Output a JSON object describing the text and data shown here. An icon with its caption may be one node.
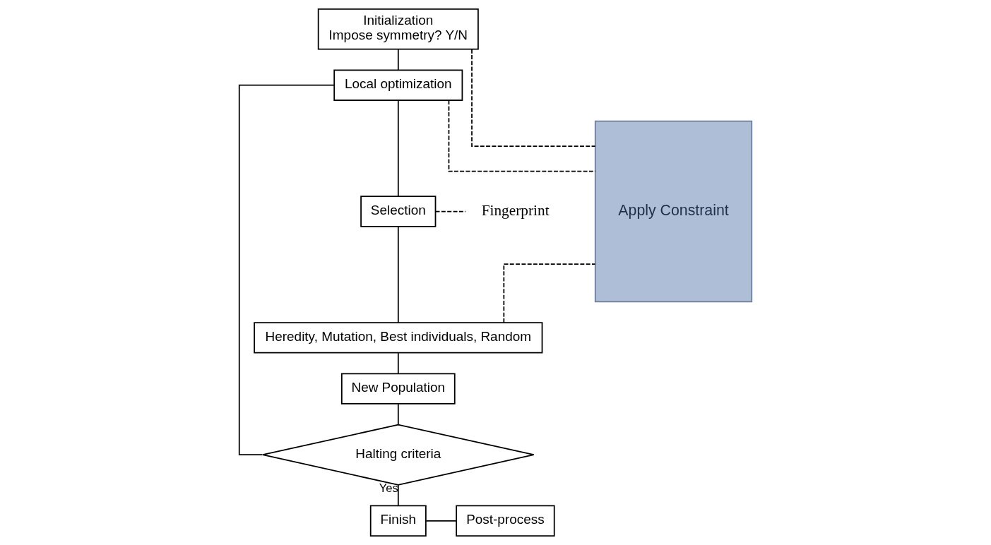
{
  "diagram": {
    "nodes": [
      {
        "text": [
          "Initialization",
          "Impose symmetry? Y/N"
        ]
      },
      {
        "text": [
          "Local optimization"
        ]
      },
      {
        "text": [
          "Selection"
        ]
      },
      {
        "text": [
          "Fingerprint"
        ]
      },
      {
        "text": [
          "Heredity, Mutation, Best individuals, Random"
        ]
      },
      {
        "text": [
          "New Population"
        ]
      },
      {
        "text": [
          "Halting criteria"
        ]
      },
      {
        "text": [
          "Finish"
        ]
      },
      {
        "text": [
          "Post-process"
        ]
      },
      {
        "text": [
          "Apply Constraint"
        ]
      }
    ],
    "edges": [
      {
        "from": 0,
        "to": 1,
        "arrow": "none"
      },
      {
        "from": 1,
        "to": 2,
        "arrow": "none"
      },
      {
        "from": 2,
        "to": 4,
        "arrow": "none"
      },
      {
        "from": 4,
        "to": 5,
        "arrow": "none"
      },
      {
        "from": 5,
        "to": 6,
        "arrow": "none"
      },
      {
        "from": 6,
        "to": 7,
        "arrow": "none",
        "label": "Yes"
      },
      {
        "from": 7,
        "to": 8,
        "arrow": "none"
      },
      {
        "from": 6,
        "to": 1,
        "arrow": "none"
      },
      {
        "from": 0,
        "to": 9,
        "arrow": "none",
        "style": "dashed"
      },
      {
        "from": 1,
        "to": 9,
        "arrow": "none",
        "style": "dashed"
      },
      {
        "from": 2,
        "to": 3,
        "arrow": "none",
        "style": "dashed"
      },
      {
        "from": 4,
        "to": 9,
        "arrow": "none",
        "style": "dashed"
      }
    ]
  }
}
